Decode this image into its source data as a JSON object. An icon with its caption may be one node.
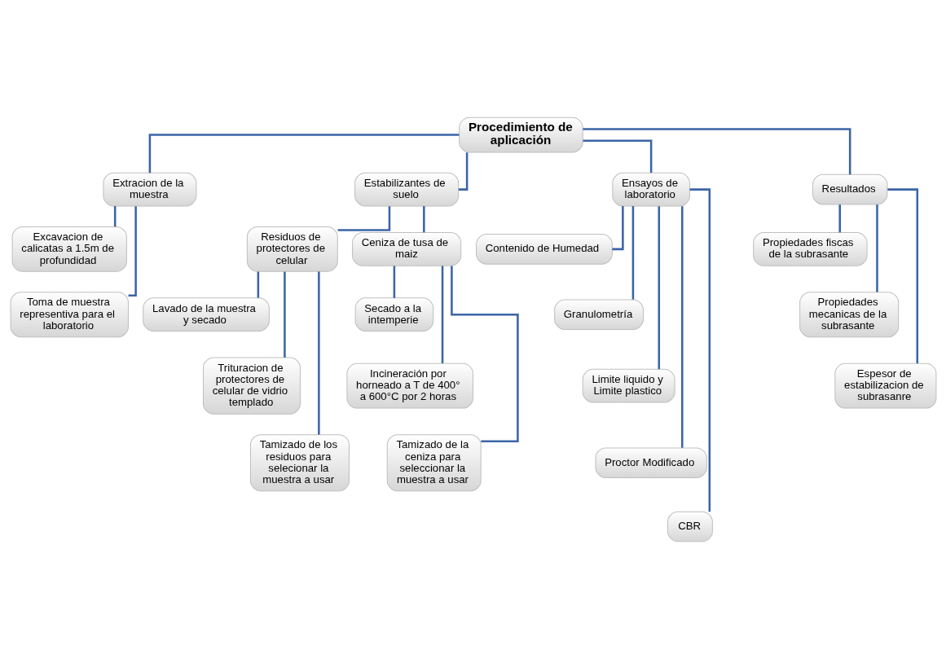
{
  "diagram": {
    "nodes": [
      {
        "text": [
          "Procedimiento de aplicación"
        ]
      },
      {
        "text": [
          "Extracion de la muestra"
        ]
      },
      {
        "text": [
          "Estabilizantes de suelo"
        ]
      },
      {
        "text": [
          "Ensayos de laboratorio"
        ]
      },
      {
        "text": [
          "Resultados"
        ]
      },
      {
        "text": [
          "Excavacion de calicatas a 1.5m de profundidad"
        ]
      },
      {
        "text": [
          "Toma de muestra representiva para el laboratorio"
        ]
      },
      {
        "text": [
          "Residuos de protectores de celular"
        ]
      },
      {
        "text": [
          "Ceniza de tusa de maiz"
        ]
      },
      {
        "text": [
          "Lavado de la muestra y secado"
        ]
      },
      {
        "text": [
          "Trituracion de protectores de celular de vidrio templado"
        ]
      },
      {
        "text": [
          "Tamizado de los residuos para selecionar la muestra a usar"
        ]
      },
      {
        "text": [
          "Secado a la intemperie"
        ]
      },
      {
        "text": [
          "Incineración por horneado a T de 400° a 600°C por 2 horas"
        ]
      },
      {
        "text": [
          "Tamizado de la ceniza para seleccionar la muestra a usar"
        ]
      },
      {
        "text": [
          "Contenido de Humedad"
        ]
      },
      {
        "text": [
          "Granulometría"
        ]
      },
      {
        "text": [
          "Limite liquido y Limite plastico"
        ]
      },
      {
        "text": [
          "Proctor Modificado"
        ]
      },
      {
        "text": [
          "CBR"
        ]
      },
      {
        "text": [
          "Propiedades fiscas de la subrasante"
        ]
      },
      {
        "text": [
          "Propiedades mecanicas de la subrasante"
        ]
      },
      {
        "text": [
          "Espesor de estabilizacion de subrasanre"
        ]
      }
    ],
    "edges": [
      {
        "from": 0,
        "to": 1,
        "arrow": "none"
      },
      {
        "from": 0,
        "to": 2,
        "arrow": "none"
      },
      {
        "from": 0,
        "to": 3,
        "arrow": "none"
      },
      {
        "from": 0,
        "to": 4,
        "arrow": "none"
      },
      {
        "from": 1,
        "to": 5,
        "arrow": "none"
      },
      {
        "from": 1,
        "to": 6,
        "arrow": "none"
      },
      {
        "from": 2,
        "to": 7,
        "arrow": "none"
      },
      {
        "from": 2,
        "to": 8,
        "arrow": "none"
      },
      {
        "from": 7,
        "to": 9,
        "arrow": "none"
      },
      {
        "from": 7,
        "to": 10,
        "arrow": "none"
      },
      {
        "from": 7,
        "to": 11,
        "arrow": "none"
      },
      {
        "from": 8,
        "to": 12,
        "arrow": "none"
      },
      {
        "from": 8,
        "to": 13,
        "arrow": "none"
      },
      {
        "from": 8,
        "to": 14,
        "arrow": "none"
      },
      {
        "from": 3,
        "to": 15,
        "arrow": "none"
      },
      {
        "from": 3,
        "to": 16,
        "arrow": "none"
      },
      {
        "from": 3,
        "to": 17,
        "arrow": "none"
      },
      {
        "from": 3,
        "to": 18,
        "arrow": "none"
      },
      {
        "from": 3,
        "to": 19,
        "arrow": "none"
      },
      {
        "from": 4,
        "to": 20,
        "arrow": "none"
      },
      {
        "from": 4,
        "to": 21,
        "arrow": "none"
      },
      {
        "from": 4,
        "to": 22,
        "arrow": "none"
      }
    ]
  }
}
